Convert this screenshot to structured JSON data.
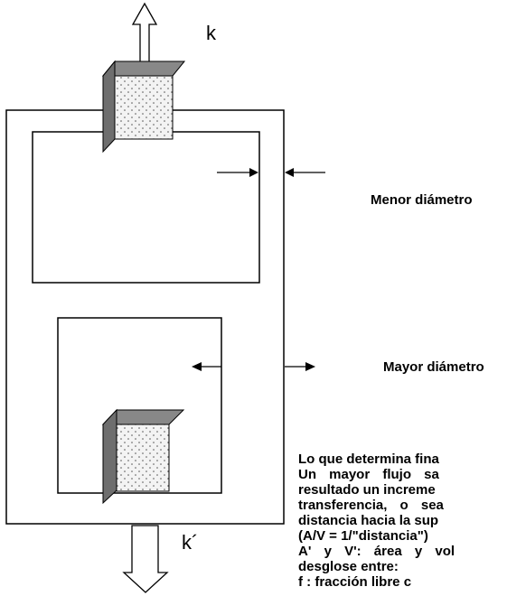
{
  "labels": {
    "k_top": "k",
    "k_bottom": "k´",
    "menor": "Menor  diámetro",
    "mayor": "Mayor  diámetro"
  },
  "text_block": {
    "lines": [
      "Lo que determina fina",
      "Un  mayor  flujo  sa",
      "resultado un increme",
      "transferencia,  o  sea",
      "distancia hacia la sup",
      "(A/V = 1/\"distancia\")",
      "A'  y  V': área  y  vol",
      "desglose entre:",
      "f    : fracción  libre  c"
    ]
  },
  "colors": {
    "line": "#000000",
    "cube_front": "#f3f3f3",
    "cube_top": "#888888",
    "cube_side": "#6e6e6e",
    "cube_dots": "#555555"
  }
}
